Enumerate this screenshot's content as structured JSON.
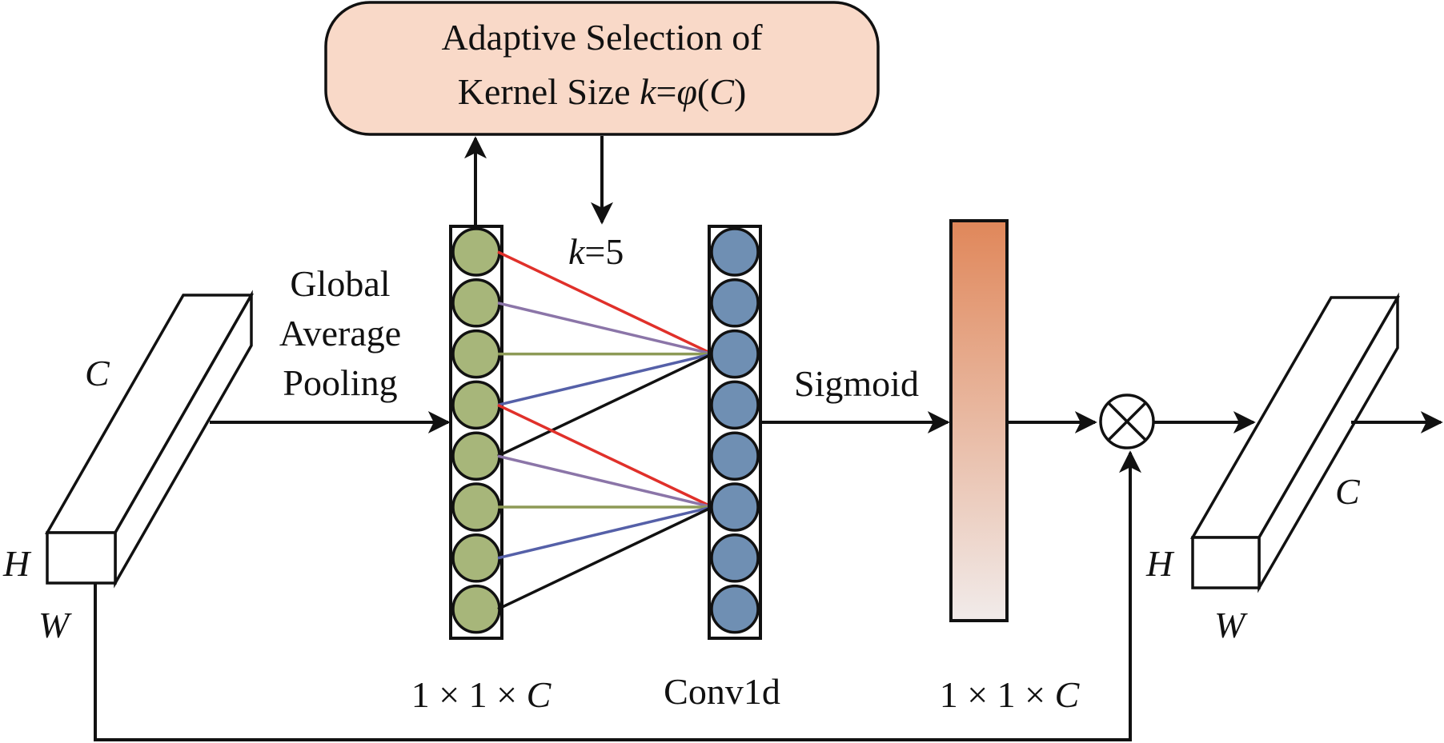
{
  "top_box": {
    "line1": "Adaptive Selection of",
    "line2_prefix": "Kernel Size ",
    "line2_k": "k",
    "line2_eq": "=",
    "line2_phi": "φ",
    "line2_open": "(",
    "line2_C": "C",
    "line2_close": ")",
    "fill_color": "#f9d9c8"
  },
  "k_label": {
    "k": "k",
    "value": "=5"
  },
  "gap_label": {
    "line1": "Global",
    "line2": "Average",
    "line3": "Pooling"
  },
  "sigmoid_label": "Sigmoid",
  "input_tensor": {
    "c": "C",
    "h": "H",
    "w": "W"
  },
  "output_tensor": {
    "c": "C",
    "h": "H",
    "w": "W"
  },
  "bottom_labels": {
    "gap_dim": {
      "prefix": "1 × 1 × ",
      "c": "C"
    },
    "conv": "Conv1d",
    "sigmoid_dim": {
      "prefix": "1 × 1 × ",
      "c": "C"
    }
  },
  "colors": {
    "gap_nodes": "#a7b67a",
    "conv_nodes": "#6f8fb3",
    "line_red": "#e0302a",
    "line_purple": "#8b75a8",
    "line_green": "#8d9a56",
    "line_blue": "#5560a8",
    "line_black": "#111111",
    "gradient_top": "#e0875a",
    "gradient_bottom": "#f1ebea"
  },
  "multiply_symbol": "⊗"
}
